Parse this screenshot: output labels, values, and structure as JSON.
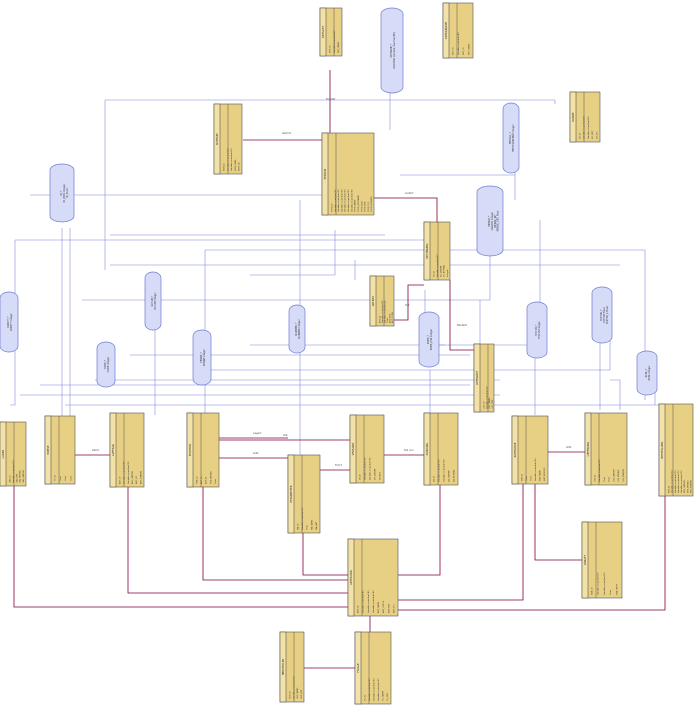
{
  "diagram": {
    "title": "",
    "tables": [
      {
        "id": "t1",
        "name": "ORTSLIST",
        "rows": [
          "ORT_ID",
          "Variable-nvarchar(80)",
          "ORT_NAME"
        ]
      },
      {
        "id": "t2",
        "name": "ORTSGRUPPE",
        "rows": [
          "GRP_ID",
          "Variable-nvarchar(40)",
          "ORT_ID",
          "GRP_NAME"
        ]
      },
      {
        "id": "t3",
        "name": "KONTAKT",
        "rows": [
          "KON_ID",
          "Variable-nvarchar(50)",
          "Variable-nvarchar(50)",
          "KON_EMAIL",
          "KON_TEL"
        ]
      },
      {
        "id": "t4",
        "name": "KUNDE",
        "rows": [
          "KD_ID",
          "Variable-nvarchar(40)",
          "Variable-nvarchar(40)",
          "KD_ORT",
          "KD_TEL"
        ]
      },
      {
        "id": "t5",
        "name": "PERSON",
        "rows": [
          "PERS_ID",
          "Variable-nvarchar(30)",
          "Variable-nvarchar(30)",
          "Variable-nvarchar(30)",
          "Variable-nvarchar(30)",
          "Variable-nvarchar(30)",
          "Variable-nvarchar(30)",
          "PERS_NAME",
          "PERS_VORNAME",
          "PERS_GEB",
          "PERS_ORT",
          "PERS_PLZ",
          "PERS_STRASSE"
        ]
      },
      {
        "id": "t6",
        "name": "RECHNUNG",
        "rows": [
          "RE_ID",
          "Variable-nvarchar(40)",
          "RE_DATUM",
          "RE_BETRAG",
          "Integer"
        ]
      },
      {
        "id": "t7",
        "name": "ARTIKEL",
        "rows": [
          "ART_ID",
          "Variable-nvarchar(20)",
          "Variable-nvarchar(20)",
          "Float",
          "ART_BEZ",
          "ART_PREIS"
        ]
      },
      {
        "id": "t8",
        "name": "LIEFERANT",
        "rows": [
          "LIEF_ID",
          "Variable-nvarchar(50)",
          "LIEF_NAME",
          "LIEF_ORT"
        ]
      },
      {
        "id": "t9",
        "name": "LAGER",
        "rows": [
          "LAG_ID",
          "Variable-nvarchar(25)",
          "LAG_ORT",
          "LAG_MENGE",
          "LAG_DATUM"
        ]
      },
      {
        "id": "t10",
        "name": "PREISE",
        "rows": [
          "PR_ID",
          "Float",
          "Float",
          "Float"
        ]
      },
      {
        "id": "t11",
        "name": "AUFTRAG",
        "rows": [
          "AUF_ID",
          "Variable-nvarchar(30)",
          "Variable-nvarchar(30)",
          "AUF_DATUM",
          "AUF_KD",
          "AUF_STATUS"
        ]
      },
      {
        "id": "t12",
        "name": "POSITION",
        "rows": [
          "POS_ID",
          "AUF_ID",
          "ART_ID",
          "POS_MENGE",
          "Float"
        ]
      },
      {
        "id": "t13",
        "name": "MITARBEITER",
        "rows": [
          "MA_ID",
          "Variable-nvarchar(30)",
          "Float",
          "MA_NAME",
          "MA_ABT"
        ]
      },
      {
        "id": "t14",
        "name": "VERSAND",
        "rows": [
          "VS_ID",
          "Variable-nvarchar(30)",
          "Variable-nvarchar(30)",
          "VS_DATUM",
          "VS_ART"
        ]
      },
      {
        "id": "t15",
        "name": "ZAHLUNG",
        "rows": [
          "ZA_ID",
          "Variable-nvarchar(30)",
          "Variable-nvarchar(30)",
          "ZA_DATUM",
          "ZA_BETRAG"
        ]
      },
      {
        "id": "t16",
        "name": "KATEGORIE",
        "rows": [
          "KAT_ID",
          "Float",
          "Float",
          "Variable-nvarchar(30)",
          "KAT_NAME",
          "KAT_BESCHR"
        ]
      },
      {
        "id": "t17",
        "name": "LIEFERUNG",
        "rows": [
          "LFG_ID",
          "Variable-nvarchar(30)",
          "Float",
          "Float",
          "LFG_DATUM",
          "LFG_MENGE",
          "LFG_STATUS"
        ]
      },
      {
        "id": "t18",
        "name": "BESTELLUNG",
        "rows": [
          "BST_ID",
          "Variable-nvarchar(25)",
          "Variable-nvarchar(25)",
          "Variable-nvarchar(25)",
          "Variable-nvarchar(25)",
          "BST_DATUM",
          "BST_MENGE",
          "BST_STATUS"
        ]
      },
      {
        "id": "t19",
        "name": "ABTEILUNG",
        "rows": [
          "ABT_ID",
          "Variable-nvarchar(40)",
          "Variable-nvarchar(40)",
          "Variable-nvarchar(40)",
          "ABT_NAME",
          "ABT_LEITER",
          "ABT_ORT",
          "ABT_TEL"
        ]
      },
      {
        "id": "t20",
        "name": "RABATT",
        "rows": [
          "RAB_ID",
          "Variable-nvarchar(20)",
          "Variable-nvarchar(20)",
          "Float",
          "RAB_WERT"
        ]
      },
      {
        "id": "t21",
        "name": "HERSTELLER",
        "rows": [
          "HER_ID",
          "Variable-nvarchar(25)",
          "HER_NAME",
          "HER_ORT"
        ]
      },
      {
        "id": "t22",
        "name": "FILIALE",
        "rows": [
          "FIL_ID",
          "Variable-nvarchar(30)",
          "Variable-nvarchar(30)",
          "Variable-nvarchar(30)",
          "FIL_NAME",
          "FIL_ORT"
        ]
      },
      {
        "id": "t23",
        "name": "BELEG",
        "rows": [
          "BEL_ID",
          "BEL_DATUM"
        ]
      }
    ],
    "domains": [
      {
        "id": "d1",
        "name": "ORTNAME_T",
        "rows": [
          "VARCHAR  Variable-nvarchar(80)"
        ]
      },
      {
        "id": "d2",
        "name": "BETRAG_T",
        "rows": [
          "BESTELLMENGE Integer"
        ]
      },
      {
        "id": "d3",
        "name": "ID_T",
        "rows": [
          "ID_ZAHL Integer",
          "ID_FLAG"
        ]
      },
      {
        "id": "d4",
        "name": "MENGE_T",
        "rows": [
          "ANZAHL Integer",
          "MENGE_INT",
          "MENGE_DEC Float"
        ]
      },
      {
        "id": "d5",
        "name": "DATUM_T",
        "rows": [
          "DATUM  Integer"
        ]
      },
      {
        "id": "d6",
        "name": "PREIS_T",
        "rows": [
          "PREIS_EUR Integer"
        ]
      },
      {
        "id": "d7",
        "name": "STATUS_T",
        "rows": [
          "STATUS Integer"
        ]
      },
      {
        "id": "d8",
        "name": "NUMMER_T",
        "rows": [
          "NUMMER Integer"
        ]
      },
      {
        "id": "d9",
        "name": "RABATT_T",
        "rows": [
          "RABATT Integer"
        ]
      },
      {
        "id": "d10",
        "name": "CODE_T",
        "rows": [
          "CODE Integer"
        ]
      },
      {
        "id": "d11",
        "name": "KENNZ_T",
        "rows": [
          "KENNZ Integer"
        ]
      },
      {
        "id": "d12",
        "name": "FAKTOR_T",
        "rows": [
          "FAKTOR Float",
          "FAKTOR_2 Float"
        ]
      },
      {
        "id": "d13",
        "name": "ZAHL_T",
        "rows": [
          "ZAHL Integer"
        ]
      },
      {
        "id": "d14",
        "name": "TEL_T",
        "rows": [
          "TEL_NR Integer"
        ]
      }
    ],
    "relations": [
      {
        "id": "r1",
        "label": "Gehört"
      },
      {
        "id": "r2",
        "label": "Enthält"
      },
      {
        "id": "r3",
        "label": "Liefert"
      },
      {
        "id": "r4",
        "label": "Hat"
      },
      {
        "id": "r5",
        "label": "Bestellt"
      },
      {
        "id": "r6",
        "label": "Zahlt"
      },
      {
        "id": "r7",
        "label": "Lagert"
      },
      {
        "id": "r8",
        "label": "Gibt"
      },
      {
        "id": "r9",
        "label": "Hat"
      },
      {
        "id": "r10",
        "label": "Führt"
      },
      {
        "id": "r11",
        "label": "Teil von"
      },
      {
        "id": "r12",
        "label": "Gibt"
      }
    ]
  },
  "colors": {
    "table_header": "#f3e2a8",
    "table_body": "#e7cf83",
    "domain_fill": "#d6dbf7",
    "domain_stroke": "#6e78d0",
    "reference_line": "#800040",
    "domain_line": "#7c83db"
  }
}
